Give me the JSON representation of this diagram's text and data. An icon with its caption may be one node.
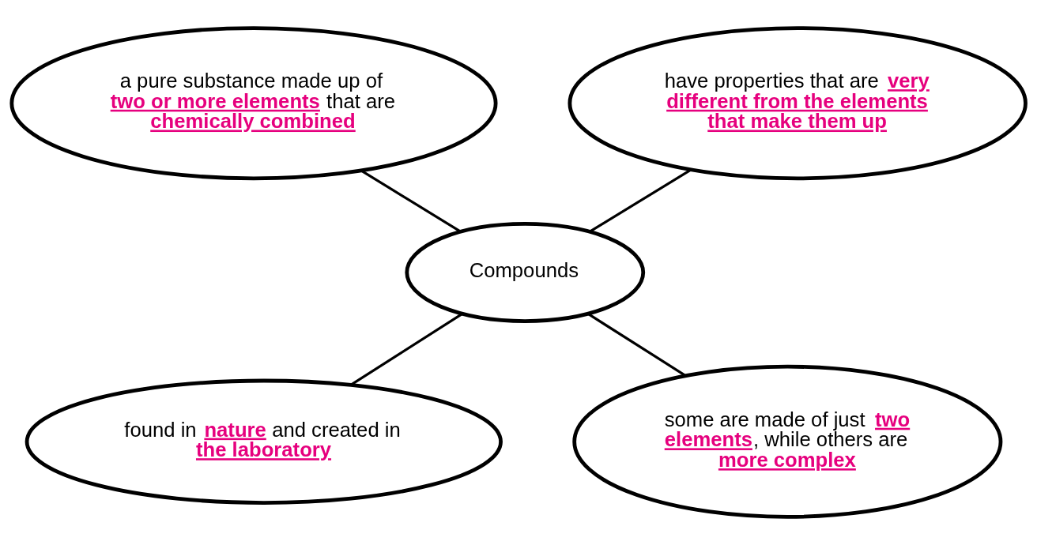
{
  "diagram": {
    "nodes": [
      {
        "text": [
          "a pure substance made up of **two or more elements** that are **chemically combined**"
        ]
      },
      {
        "text": [
          "have properties that are **very different from the elements that make them up**"
        ]
      },
      {
        "text": [
          "Compounds"
        ]
      },
      {
        "text": [
          "found in **nature** and created in **the laboratory**"
        ]
      },
      {
        "text": [
          "some are made of just **two elements**, while others are **more complex**"
        ]
      }
    ],
    "edges": [
      {
        "from": 0,
        "to": 2,
        "arrow": "none"
      },
      {
        "from": 1,
        "to": 2,
        "arrow": "none"
      },
      {
        "from": 2,
        "to": 3,
        "arrow": "none"
      },
      {
        "from": 2,
        "to": 4,
        "arrow": "none"
      }
    ]
  }
}
